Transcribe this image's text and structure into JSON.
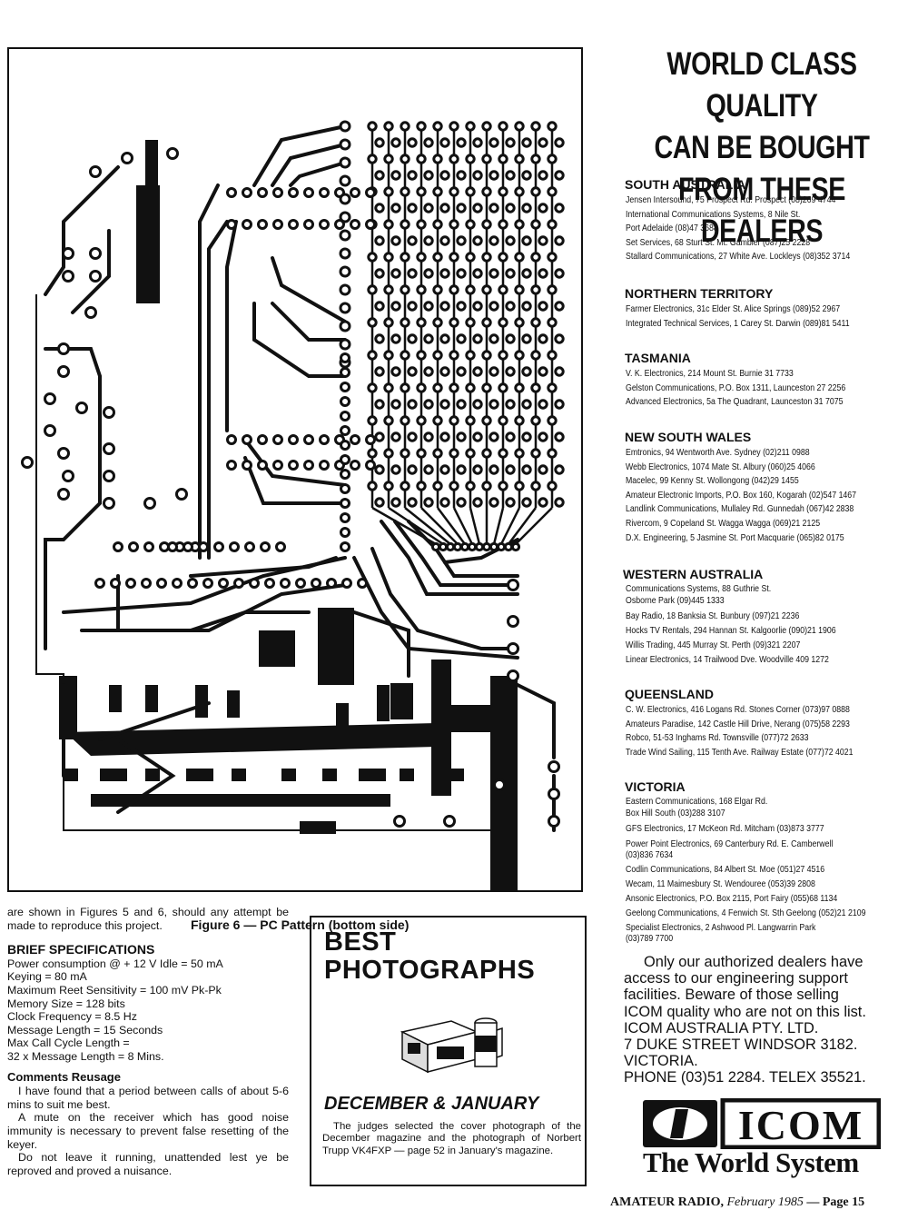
{
  "figure": {
    "caption": "Figure 6 — PC Pattern (bottom side)"
  },
  "article": {
    "intro": "are shown in Figures 5 and 6, should any attempt be made to reproduce this project.",
    "specs_heading": "BRIEF SPECIFICATIONS",
    "specs": [
      "Power consumption @ + 12 V Idle = 50 mA",
      "Keying = 80 mA",
      "Maximum Reet Sensitivity = 100 mV Pk-Pk",
      "Memory Size = 128 bits",
      "Clock Frequency = 8.5 Hz",
      "Message Length = 15 Seconds",
      "Max Call Cycle Length =",
      "32 x Message Length = 8 Mins."
    ],
    "comments_heading": "Comments Reusage",
    "paragraphs": [
      "I have found that a period between calls of about 5-6 mins to suit me best.",
      "A mute on the receiver which has good noise immunity is necessary to prevent false resetting of the keyer.",
      "Do not leave it running, unattended lest ye be reproved and proved a nuisance."
    ]
  },
  "best_box": {
    "title_line1": "BEST",
    "title_line2": "PHOTOGRAPHS",
    "subtitle": "DECEMBER & JANUARY",
    "body": "The judges selected the cover photograph of the December magazine and the photograph of Norbert Trupp VK4FXP — page 52 in January's magazine."
  },
  "ad": {
    "headline": [
      "WORLD CLASS QUALITY",
      "CAN BE BOUGHT",
      "FROM THESE DEALERS"
    ],
    "states": [
      {
        "name": "SOUTH AUSTRALIA",
        "dealers": [
          "Jensen Intersound, 75 Prospect Rd. Prospect (08)269 4744",
          "International Communications Systems, 8 Nile St.",
          "Port Adelaide (08)47 3688",
          "Set Services, 68 Sturt St. Mt. Gambier (087)25 2228",
          "Stallard Communications, 27 White Ave. Lockleys (08)352 3714"
        ]
      },
      {
        "name": "NORTHERN TERRITORY",
        "dealers": [
          "Farmer Electronics, 31c Elder St. Alice Springs (089)52 2967",
          "Integrated Technical Services, 1 Carey St. Darwin (089)81 5411"
        ]
      },
      {
        "name": "TASMANIA",
        "dealers": [
          "V. K. Electronics, 214 Mount St. Burnie 31 7733",
          "Gelston Communications, P.O. Box 1311, Launceston 27 2256",
          "Advanced Electronics, 5a The Quadrant, Launceston 31 7075"
        ]
      },
      {
        "name": "NEW SOUTH WALES",
        "dealers": [
          "Emtronics, 94 Wentworth Ave. Sydney (02)211 0988",
          "Webb Electronics, 1074 Mate St. Albury (060)25 4066",
          "Macelec, 99 Kenny St. Wollongong (042)29 1455",
          "Amateur Electronic Imports, P.O. Box 160, Kogarah (02)547 1467",
          "Landlink Communications, Mullaley Rd. Gunnedah (067)42 2838",
          "Rivercom, 9 Copeland St. Wagga Wagga (069)21 2125",
          "D.X. Engineering, 5 Jasmine St. Port Macquarie (065)82 0175"
        ]
      },
      {
        "name": "WESTERN AUSTRALIA",
        "dealers": [
          "Communications Systems, 88 Guthrie St.",
          "Osborne Park (09)445 1333",
          "Bay Radio, 18 Banksia St. Bunbury (097)21 2236",
          "Hocks TV Rentals, 294 Hannan St. Kalgoorlie (090)21 1906",
          "Willis Trading, 445 Murray St. Perth (09)321 2207",
          "Linear Electronics, 14 Trailwood Dve. Woodville 409 1272"
        ]
      },
      {
        "name": "QUEENSLAND",
        "dealers": [
          "C. W. Electronics, 416 Logans Rd. Stones Corner (073)97 0888",
          "Amateurs Paradise, 142 Castle Hill Drive, Nerang (075)58 2293",
          "Robco, 51-53 Inghams Rd. Townsville (077)72 2633",
          "Trade Wind Sailing, 115 Tenth Ave. Railway Estate (077)72 4021"
        ]
      },
      {
        "name": "VICTORIA",
        "dealers": [
          "Eastern Communications, 168 Elgar Rd.",
          "Box Hill South (03)288 3107",
          "GFS Electronics, 17 McKeon Rd. Mitcham (03)873 3777",
          "Power Point Electronics, 69 Canterbury Rd. E. Camberwell",
          "(03)836 7634",
          "Codlin Communications, 84 Albert St. Moe (051)27 4516",
          "Wecam, 11 Maimesbury St. Wendouree (053)39 2808",
          "Ansonic Electronics, P.O. Box 2115, Port Fairy (055)68 1134",
          "Geelong Communications, 4 Fenwich St. Sth Geelong (052)21 2109",
          "Specialist Electronics, 2 Ashwood Pl. Langwarrin Park",
          "(03)789 7700"
        ]
      }
    ],
    "notice": [
      "Only our authorized dealers have",
      "access to our engineering support",
      "facilities. Beware of those selling",
      "ICOM quality who are not on this list.",
      "ICOM AUSTRALIA PTY. LTD.",
      "7 DUKE STREET WINDSOR 3182.",
      "VICTORIA.",
      "PHONE (03)51 2284. TELEX 35521."
    ],
    "logo_text": "ICOM",
    "slogan": "The World System"
  },
  "footer": {
    "magazine": "AMATEUR RADIO,",
    "issue": "February 1985",
    "page": "— Page 15"
  }
}
